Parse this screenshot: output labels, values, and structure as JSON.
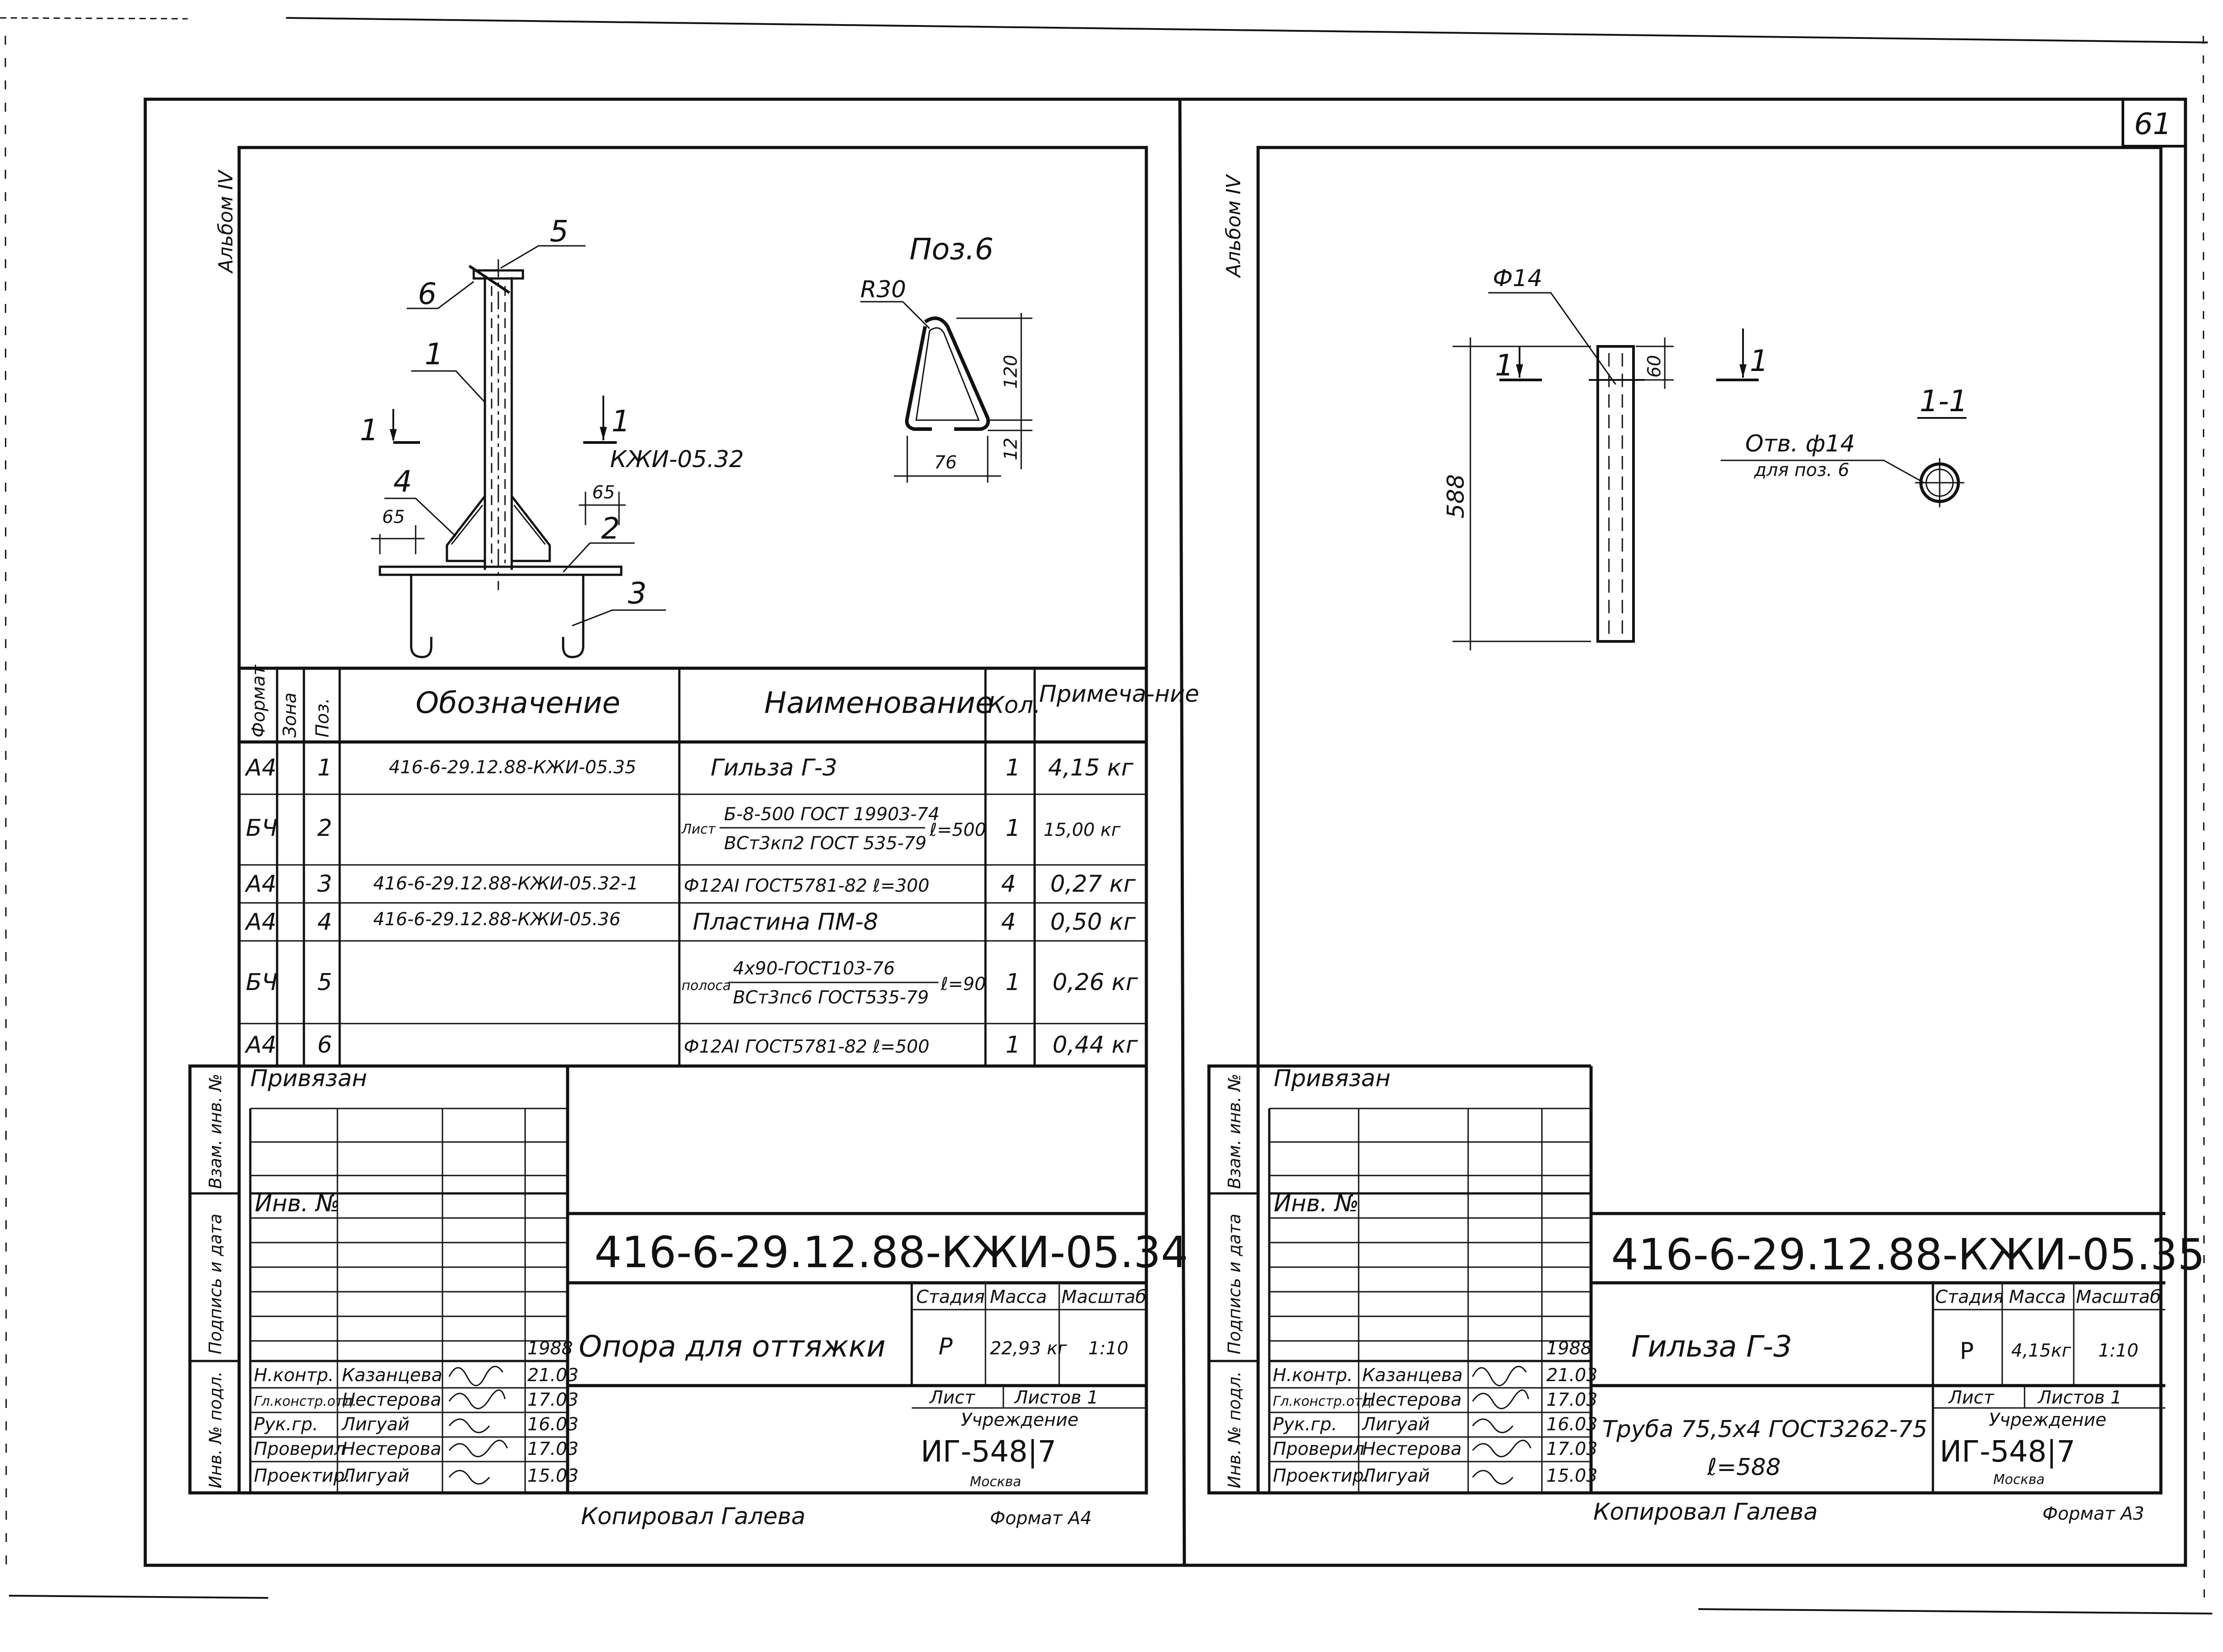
{
  "sheet_number": "61",
  "left": {
    "album": "Альбом IV",
    "drawing": {
      "leaders": [
        "5",
        "6",
        "1",
        "4",
        "2",
        "3"
      ],
      "section_marks": [
        "1",
        "1"
      ],
      "ref": "КЖИ-05.32",
      "dims": [
        "65",
        "65"
      ]
    },
    "detail": {
      "title": "Поз.6",
      "radius": "R30",
      "dims": [
        "120",
        "12",
        "76"
      ]
    },
    "spec": {
      "headers": [
        "Формат",
        "Зона",
        "Поз.",
        "Обозначение",
        "Наименование",
        "Кол.",
        "Примеча-ние"
      ],
      "rows": [
        {
          "format": "А4",
          "zone": "",
          "pos": "1",
          "designation": "416-6-29.12.88-КЖИ-05.35",
          "name": "Гильза Г-3",
          "name_prefix": "",
          "name_bottom": "",
          "name_suffix": "",
          "qty": "1",
          "note": "4,15 кг"
        },
        {
          "format": "БЧ",
          "zone": "",
          "pos": "2",
          "designation": "",
          "name": "",
          "name_prefix": "Лист",
          "name_top": "Б-8-500 ГОСТ 19903-74",
          "name_bottom": "ВСт3кп2 ГОСТ 535-79",
          "name_suffix": "ℓ=500",
          "qty": "1",
          "note": "15,00 кг"
        },
        {
          "format": "А4",
          "zone": "",
          "pos": "3",
          "designation": "416-6-29.12.88-КЖИ-05.32-1",
          "name": "Ф12АI ГОСТ5781-82  ℓ=300",
          "name_prefix": "",
          "name_bottom": "",
          "name_suffix": "",
          "qty": "4",
          "note": "0,27 кг"
        },
        {
          "format": "А4",
          "zone": "",
          "pos": "4",
          "designation": "416-6-29.12.88-КЖИ-05.36",
          "name": "Пластина  ПМ-8",
          "name_prefix": "",
          "name_bottom": "",
          "name_suffix": "",
          "qty": "4",
          "note": "0,50 кг"
        },
        {
          "format": "БЧ",
          "zone": "",
          "pos": "5",
          "designation": "",
          "name": "",
          "name_prefix": "полоса",
          "name_top": "4x90-ГОСТ103-76",
          "name_bottom": "ВСт3пс6 ГОСТ535-79",
          "name_suffix": "ℓ=90",
          "qty": "1",
          "note": "0,26 кг"
        },
        {
          "format": "А4",
          "zone": "",
          "pos": "6",
          "designation": "",
          "name": "Ф12АI ГОСТ5781-82  ℓ=500",
          "name_prefix": "",
          "name_bottom": "",
          "name_suffix": "",
          "qty": "1",
          "note": "0,44 кг"
        }
      ]
    },
    "stamp": {
      "linked": "Привязан",
      "inv": "Инв. №",
      "side_labels": [
        "Инв. № подл.",
        "Подпись и дата",
        "Взам. инв. №"
      ],
      "code": "416-6-29.12.88-КЖИ-05.34",
      "title": "Опора для оттяжки",
      "stage_label": "Стадия",
      "mass_label": "Масса",
      "scale_label": "Масштаб",
      "stage": "Р",
      "mass": "22,93 кг",
      "scale": "1:10",
      "sheet_label": "Лист",
      "sheets_label": "Листов 1",
      "org_label": "Учреждение",
      "org": "ИГ-548|7",
      "city": "Москва",
      "year": "1988",
      "people": [
        {
          "role": "Н.контр.",
          "name": "Казанцева",
          "date": "21.03"
        },
        {
          "role": "Гл.констр.отд.",
          "name": "Нестерова",
          "date": "17.03"
        },
        {
          "role": "Рук.гр.",
          "name": "Лигуай",
          "date": "16.03"
        },
        {
          "role": "Проверил",
          "name": "Нестерова",
          "date": "17.03"
        },
        {
          "role": "Проектир.",
          "name": "Лигуай",
          "date": "15.03"
        }
      ],
      "copied": "Копировал  Галева",
      "format": "Формат А4"
    }
  },
  "right": {
    "album": "Альбом IV",
    "drawing": {
      "diameter": "Ф14",
      "section_marks": [
        "1",
        "1"
      ],
      "dim_top": "60",
      "dim_length": "588",
      "section_title": "1-1",
      "hole_top": "Отв. ф14",
      "hole_bottom": "для поз. 6"
    },
    "stamp": {
      "linked": "Привязан",
      "inv": "Инв. №",
      "side_labels": [
        "Инв. № подл.",
        "Подпись и дата",
        "Взам. инв. №"
      ],
      "code": "416-6-29.12.88-КЖИ-05.35",
      "title": "Гильза  Г-3",
      "material_top": "Труба 75,5x4 ГОСТ3262-75",
      "material_bottom": "ℓ=588",
      "stage_label": "Стадия",
      "mass_label": "Масса",
      "scale_label": "Масштаб",
      "stage": "Р",
      "mass": "4,15кг",
      "scale": "1:10",
      "sheet_label": "Лист",
      "sheets_label": "Листов 1",
      "org_label": "Учреждение",
      "org": "ИГ-548|7",
      "city": "Москва",
      "year": "1988",
      "people": [
        {
          "role": "Н.контр.",
          "name": "Казанцева",
          "date": "21.03"
        },
        {
          "role": "Гл.констр.отд.",
          "name": "Нестерова",
          "date": "17.03"
        },
        {
          "role": "Рук.гр.",
          "name": "Лигуай",
          "date": "16.03"
        },
        {
          "role": "Проверил",
          "name": "Нестерова",
          "date": "17.03"
        },
        {
          "role": "Проектир.",
          "name": "Лигуай",
          "date": "15.03"
        }
      ],
      "copied": "Копировал  Галева",
      "format": "Формат А3"
    }
  }
}
